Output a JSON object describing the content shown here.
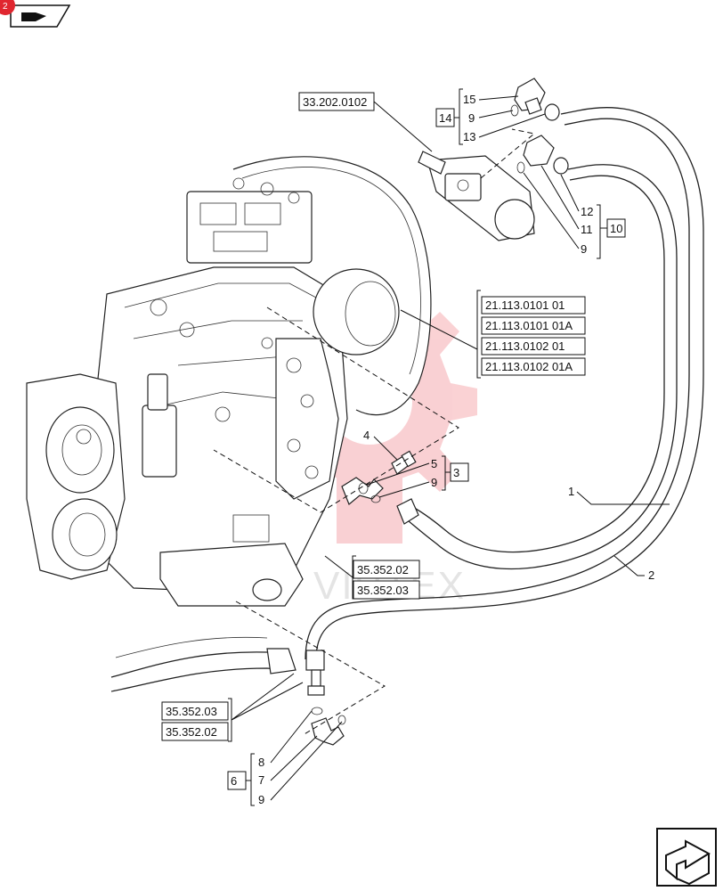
{
  "header": {
    "badge_text": "2"
  },
  "refs": {
    "r_33_202": "33.202.0102",
    "r_21_a": "21.113.0101 01",
    "r_21_b": "21.113.0101 01A",
    "r_21_c": "21.113.0102 01",
    "r_21_d": "21.113.0102 01A",
    "r_35_top_a": "35.352.02",
    "r_35_top_b": "35.352.03",
    "r_35_bot_a": "35.352.03",
    "r_35_bot_b": "35.352.02"
  },
  "callouts": {
    "c15": "15",
    "c9a": "9",
    "c13": "13",
    "c14": "14",
    "c12": "12",
    "c11": "11",
    "c9b": "9",
    "c10": "10",
    "c4": "4",
    "c5": "5",
    "c9c": "9",
    "c3": "3",
    "c1": "1",
    "c2": "2",
    "c8": "8",
    "c7": "7",
    "c9d": "9",
    "c6": "6"
  },
  "watermark": {
    "text": "VIHTEX",
    "color": "#e8303a"
  },
  "colors": {
    "accent_red": "#e0262f",
    "line": "#111111"
  },
  "icons": {
    "top_left": "book-page-icon",
    "bottom_right": "next-page-arrow-icon"
  }
}
